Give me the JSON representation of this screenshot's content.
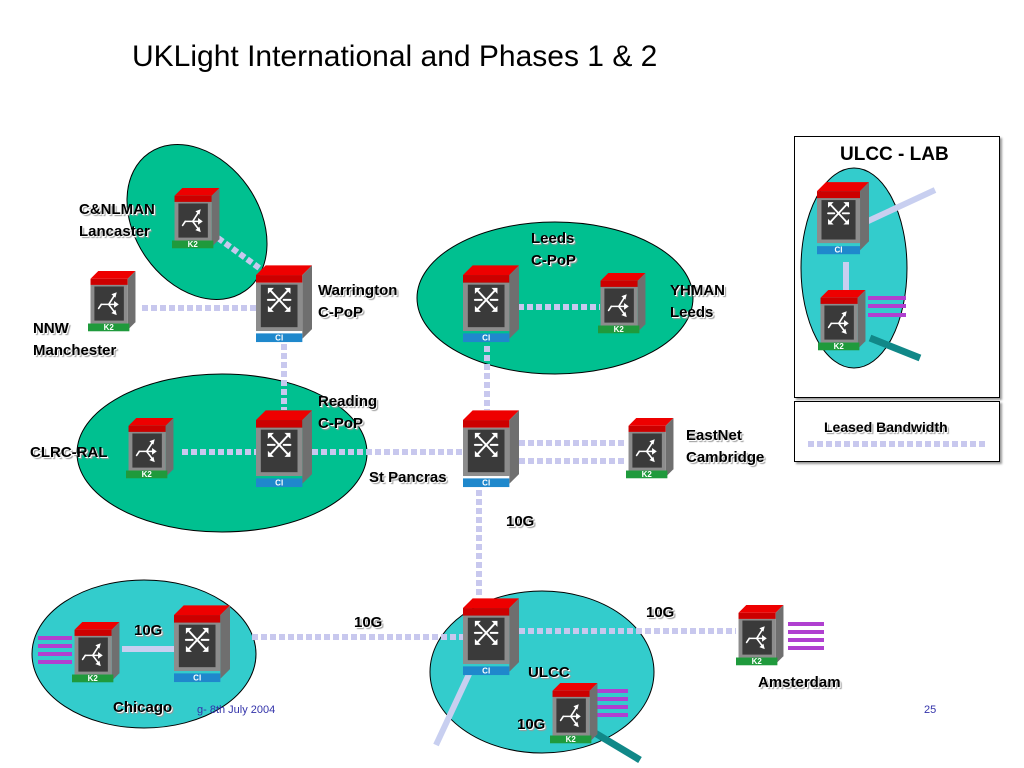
{
  "title": "UKLight International and Phases 1 & 2",
  "footer": {
    "left": "g- 8th July 2004",
    "right": "25"
  },
  "lab": {
    "title": "ULCC - LAB"
  },
  "legend": {
    "label": "Leased Bandwidth"
  },
  "labels": {
    "cnlman": "C&NLMAN",
    "lancaster": "Lancaster",
    "nnw": "NNW",
    "manchester": "Manchester",
    "warrington": "Warrington",
    "warrington_pop": "C-PoP",
    "leeds": "Leeds",
    "leeds_pop": "C-PoP",
    "yhman": "YHMAN",
    "yhman_leeds": "Leeds",
    "reading": "Reading",
    "reading_pop": "C-PoP",
    "clrc_ral": "CLRC-RAL",
    "st_pancras": "St Pancras",
    "eastnet": "EastNet",
    "cambridge": "Cambridge",
    "link_10g_a": "10G",
    "link_10g_b": "10G",
    "link_10g_c": "10G",
    "link_10g_d": "10G",
    "link_10g_e": "10G",
    "chicago": "Chicago",
    "ulcc": "ULCC",
    "amsterdam": "Amsterdam"
  },
  "device_badges": {
    "k2": "K2",
    "ci": "CI"
  },
  "colors": {
    "region_green": "#00c090",
    "region_cyan": "#33cccc",
    "device_red": "#ee0000",
    "device_body": "#8c8c8c",
    "device_face": "#3a3a3a",
    "k2_green": "#1f9a3c",
    "ci_blue": "#1f88cc",
    "link_dash": "#c8c8ee",
    "purple": "#b040d0",
    "teal": "#118888",
    "lavender": "#c8cff0",
    "footer_blue": "#3333aa"
  },
  "icons": [
    "router-icon",
    "switch-icon"
  ]
}
